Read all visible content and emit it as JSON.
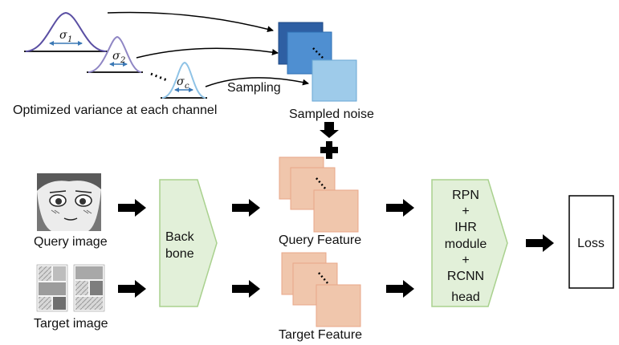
{
  "sigmas": [
    {
      "symbol": "σ",
      "sub": "1"
    },
    {
      "symbol": "σ",
      "sub": "2"
    },
    {
      "symbol": "σ",
      "sub": "c"
    }
  ],
  "labels": {
    "optimized_variance": "Optimized variance at each channel",
    "sampling": "Sampling",
    "sampled_noise": "Sampled noise",
    "query_image": "Query image",
    "target_image": "Target image",
    "backbone_line1": "Back",
    "backbone_line2": "bone",
    "query_feature": "Query Feature",
    "target_feature": "Target Feature",
    "head_lines": [
      "RPN",
      "+",
      "IHR",
      "module",
      "+",
      "RCNN",
      "head"
    ],
    "loss": "Loss"
  },
  "colors": {
    "gauss1": "#5a4fa3",
    "gauss2": "#8f86c4",
    "gaussc": "#8fc3e6",
    "noise_dark": "#2e5fa3",
    "noise_mid": "#4f8fd1",
    "noise_light": "#9ecbea",
    "feature_fill": "#f0c6ac",
    "feature_stroke": "#e8a788",
    "green_fill": "#e2f0d9",
    "green_stroke": "#a9d18e"
  }
}
